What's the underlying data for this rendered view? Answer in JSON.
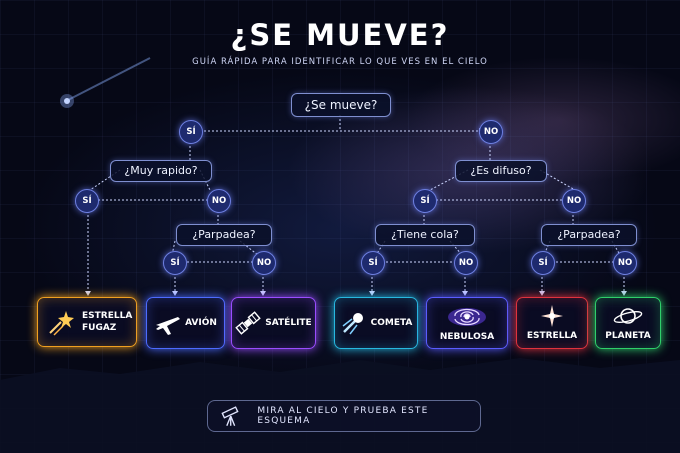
{
  "title": "¿SE MUEVE?",
  "subtitle": "GUÍA RÁPIDA PARA IDENTIFICAR LO QUE VES EN EL CIELO",
  "questions": {
    "root": "¿Se mueve?",
    "fast": "¿Muy rapido?",
    "blink1": "¿Parpadea?",
    "diffuse": "¿Es difuso?",
    "tail": "¿Tiene cola?",
    "blink2": "¿Parpadea?"
  },
  "branches": {
    "yes": "SÍ",
    "no": "NO"
  },
  "results": [
    {
      "label": "ESTRELLA FUGAZ",
      "icon": "shooting-star-icon",
      "color": "#f0a020"
    },
    {
      "label": "AVIÓN",
      "icon": "airplane-icon",
      "color": "#4d6bff"
    },
    {
      "label": "SATÉLITE",
      "icon": "satellite-icon",
      "color": "#9a4dff"
    },
    {
      "label": "COMETA",
      "icon": "comet-icon",
      "color": "#27b8e0"
    },
    {
      "label": "NEBULOSA",
      "icon": "galaxy-icon",
      "color": "#5a5cff"
    },
    {
      "label": "ESTRELLA",
      "icon": "star-icon",
      "color": "#e0323e"
    },
    {
      "label": "PLANETA",
      "icon": "planet-icon",
      "color": "#2fcf6a"
    }
  ],
  "footer": {
    "text": "MIRA AL CIELO Y PRUEBA ESTE ESQUEMA",
    "icon": "telescope-icon"
  }
}
